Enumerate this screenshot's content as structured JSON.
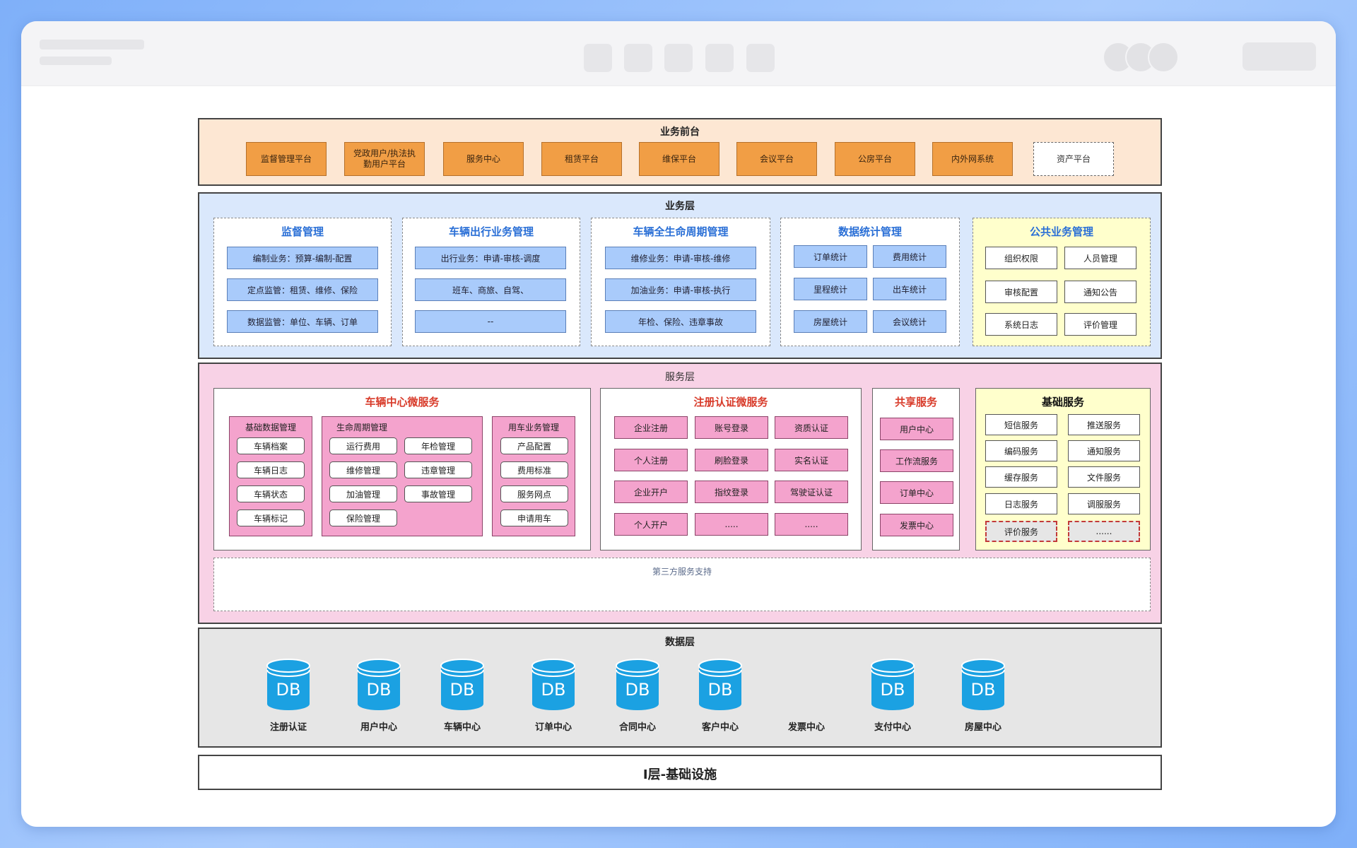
{
  "frontend": {
    "title": "业务前台",
    "items": [
      "监督管理平台",
      "党政用户/执法执勤用户平台",
      "服务中心",
      "租赁平台",
      "维保平台",
      "会议平台",
      "公房平台",
      "内外网系统",
      "资产平台"
    ]
  },
  "business": {
    "title": "业务层",
    "supervision": {
      "title": "监督管理",
      "items": [
        "编制业务：预算-编制-配置",
        "定点监管：租赁、维修、保险",
        "数据监管：单位、车辆、订单"
      ]
    },
    "travel": {
      "title": "车辆出行业务管理",
      "items": [
        "出行业务：申请-审核-调度",
        "班车、商旅、自驾、",
        "--"
      ]
    },
    "lifecycle": {
      "title": "车辆全生命周期管理",
      "items": [
        "维修业务：申请-审核-维修",
        "加油业务：申请-审核-执行",
        "年检、保险、违章事故"
      ]
    },
    "stats": {
      "title": "数据统计管理",
      "items": [
        "订单统计",
        "费用统计",
        "里程统计",
        "出车统计",
        "房屋统计",
        "会议统计"
      ]
    },
    "public": {
      "title": "公共业务管理",
      "items": [
        "组织权限",
        "人员管理",
        "审核配置",
        "通知公告",
        "系统日志",
        "评价管理"
      ]
    }
  },
  "service": {
    "title": "服务层",
    "vehicle": {
      "title": "车辆中心微服务",
      "basic": {
        "title": "基础数据管理",
        "items": [
          "车辆档案",
          "车辆日志",
          "车辆状态",
          "车辆标记"
        ]
      },
      "life": {
        "title": "生命周期管理",
        "left": [
          "运行费用",
          "维修管理",
          "加油管理",
          "保险管理"
        ],
        "right": [
          "年检管理",
          "违章管理",
          "事故管理"
        ]
      },
      "usage": {
        "title": "用车业务管理",
        "items": [
          "产品配置",
          "费用标准",
          "服务网点",
          "申请用车"
        ]
      }
    },
    "auth": {
      "title": "注册认证微服务",
      "items": [
        "企业注册",
        "账号登录",
        "资质认证",
        "个人注册",
        "刷脸登录",
        "实名认证",
        "企业开户",
        "指纹登录",
        "驾驶证认证",
        "个人开户",
        ".....",
        "....."
      ]
    },
    "shared": {
      "title": "共享服务",
      "items": [
        "用户中心",
        "工作流服务",
        "订单中心",
        "发票中心"
      ]
    },
    "base": {
      "title": "基础服务",
      "items": [
        "短信服务",
        "推送服务",
        "编码服务",
        "通知服务",
        "缓存服务",
        "文件服务",
        "日志服务",
        "调服服务",
        "评价服务",
        "......"
      ]
    },
    "third_party": "第三方服务支持"
  },
  "data_layer": {
    "title": "数据层",
    "db_glyph": "DB",
    "databases": [
      {
        "label": "注册认证",
        "has_icon": true
      },
      {
        "label": "用户中心",
        "has_icon": true
      },
      {
        "label": "车辆中心",
        "has_icon": true
      },
      {
        "label": "订单中心",
        "has_icon": true
      },
      {
        "label": "合同中心",
        "has_icon": true
      },
      {
        "label": "客户中心",
        "has_icon": true
      },
      {
        "label": "发票中心",
        "has_icon": false
      },
      {
        "label": "支付中心",
        "has_icon": true
      },
      {
        "label": "房屋中心",
        "has_icon": true
      }
    ]
  },
  "infra": {
    "title": "I层-基础设施"
  },
  "colors": {
    "frontend_bg": "#fde7d3",
    "business_bg": "#dae8fc",
    "service_bg": "#f8d2e6",
    "data_bg": "#e6e6e6",
    "db_blue": "#1ba1e2",
    "public_bg": "#ffffcc"
  }
}
